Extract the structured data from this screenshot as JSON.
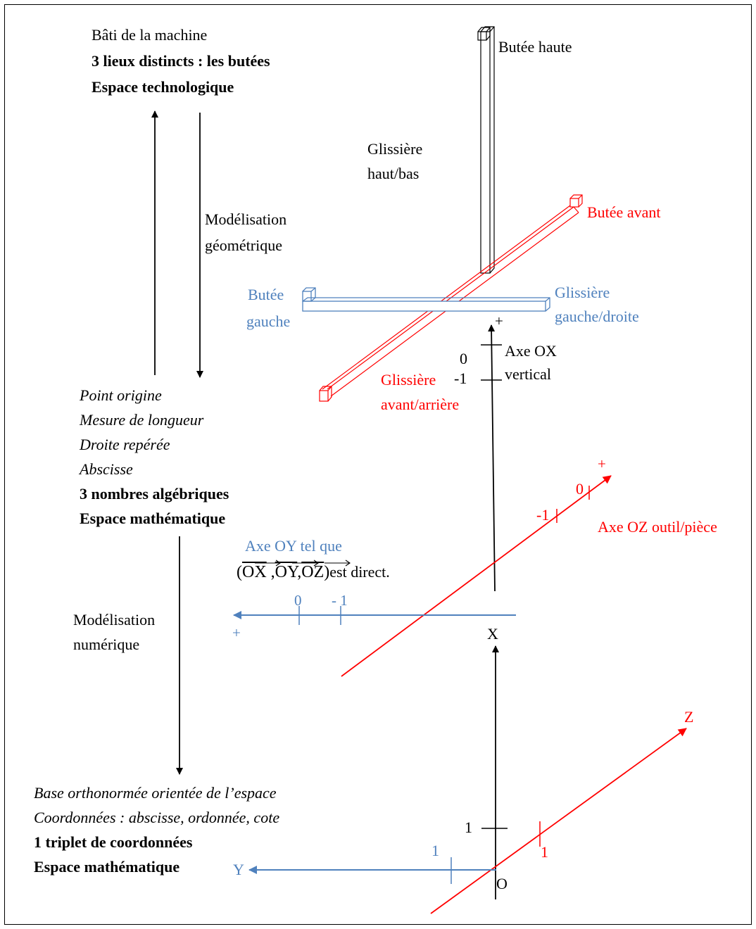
{
  "left": {
    "top": [
      "Bâti de la machine",
      "3 lieux distincts : les butées",
      "Espace technologique"
    ],
    "modelisation_geo": [
      "Modélisation",
      "géométrique"
    ],
    "middle_italic": [
      "Point origine",
      "Mesure de longueur",
      "Droite repérée",
      "Abscisse"
    ],
    "middle_bold": [
      "3 nombres algébriques",
      "Espace mathématique"
    ],
    "modelisation_num": [
      "Modélisation",
      "numérique"
    ],
    "bottom_italic": [
      "Base orthonormée orientée de l’espace",
      "Coordonnées : abscisse, ordonnée, cote"
    ],
    "bottom_bold": [
      "1 triplet de coordonnées",
      "Espace mathématique"
    ]
  },
  "machine": {
    "butee_haute": "Butée haute",
    "glissiere_hb": [
      "Glissière",
      "haut/bas"
    ],
    "butee_avant": "Butée avant",
    "butee_gauche": [
      "Butée",
      "gauche"
    ],
    "glissiere_gd": [
      "Glissière",
      "gauche/droite"
    ],
    "glissiere_aa": [
      "Glissière",
      "avant/arrière"
    ]
  },
  "axes_mid": {
    "ox_label": [
      "Axe OX",
      "vertical"
    ],
    "ox_plus": "+",
    "ox_zero": "0",
    "ox_minus": "-1",
    "oz_plus": "+",
    "oz_zero": "0",
    "oz_minus": "-1",
    "oz_label": "Axe OZ outil/pièce",
    "oy_label": "Axe OY tel que",
    "oy_vec": [
      "OX",
      "OY",
      "OZ"
    ],
    "oy_direct": "est direct.",
    "oy_zero": "0",
    "oy_minus": "- 1",
    "oy_plus": "+"
  },
  "axes_bottom": {
    "x": "X",
    "y": "Y",
    "z": "Z",
    "o": "O",
    "x_one": "1",
    "y_one": "1",
    "z_one": "1"
  },
  "colors": {
    "black": "#000000",
    "blue": "#4f81bd",
    "red": "#ff0000"
  }
}
